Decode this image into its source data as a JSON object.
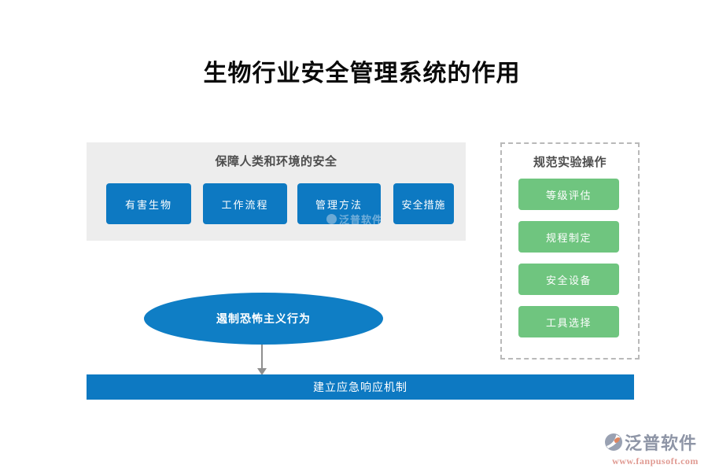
{
  "page": {
    "title": "生物行业安全管理系统的作用"
  },
  "colors": {
    "primary_blue": "#0d79c2",
    "ellipse_blue": "#0f7ec5",
    "green": "#6fc57f",
    "panel_gray": "#ededed",
    "dashed_border": "#b9b9b9",
    "arrow_gray": "#8f8f8f",
    "brand_gray": "#8e95a6",
    "brand_url_red": "#e09a92"
  },
  "safety_panel": {
    "title": "保障人类和环境的安全",
    "buttons": [
      {
        "label": "有害生物"
      },
      {
        "label": "工作流程"
      },
      {
        "label": "管理方法"
      },
      {
        "label": "安全措施"
      }
    ]
  },
  "lab_panel": {
    "title": "规范实验操作",
    "buttons": [
      {
        "label": "等级评估"
      },
      {
        "label": "规程制定"
      },
      {
        "label": "安全设备"
      },
      {
        "label": "工具选择"
      }
    ]
  },
  "flow": {
    "ellipse_label": "遏制恐怖主义行为",
    "bar_label": "建立应急响应机制"
  },
  "watermark": {
    "text": "泛普软件"
  },
  "footer": {
    "brand": "泛普软件",
    "url": "www.fanpusoft.com"
  }
}
